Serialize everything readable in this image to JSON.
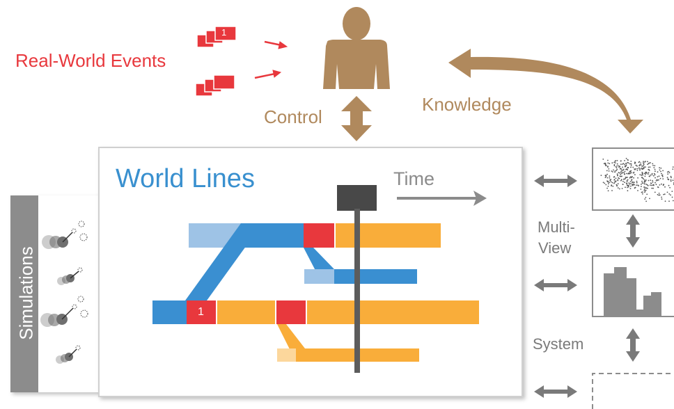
{
  "labels": {
    "real_world_events": "Real-World Events",
    "control": "Control",
    "knowledge": "Knowledge",
    "world_lines": "World Lines",
    "time": "Time",
    "simulations": "Simulations",
    "multi_view_line1": "Multi-",
    "multi_view_line2": "View",
    "system": "System",
    "event_badge_top": "1",
    "event_badge_track": "1"
  },
  "colors": {
    "event_red": "#e8383d",
    "human_brown": "#b0895d",
    "world_lines_blue": "#3990cf",
    "track_blue": "#3a8fd1",
    "track_light_blue": "#9ec3e6",
    "track_orange": "#f9ad3a",
    "track_light_orange": "#fcd79c",
    "time_gray": "#8b8b8b",
    "slider_dark": "#484848",
    "panel_gray": "#8c8c8c"
  },
  "icons": {
    "events": "stacked-event-cards-icon",
    "human": "person-icon",
    "simulations": "simulation-glyph-icon",
    "views": [
      "scatterplot-view-icon",
      "histogram-view-icon",
      "placeholder-view-icon"
    ]
  }
}
